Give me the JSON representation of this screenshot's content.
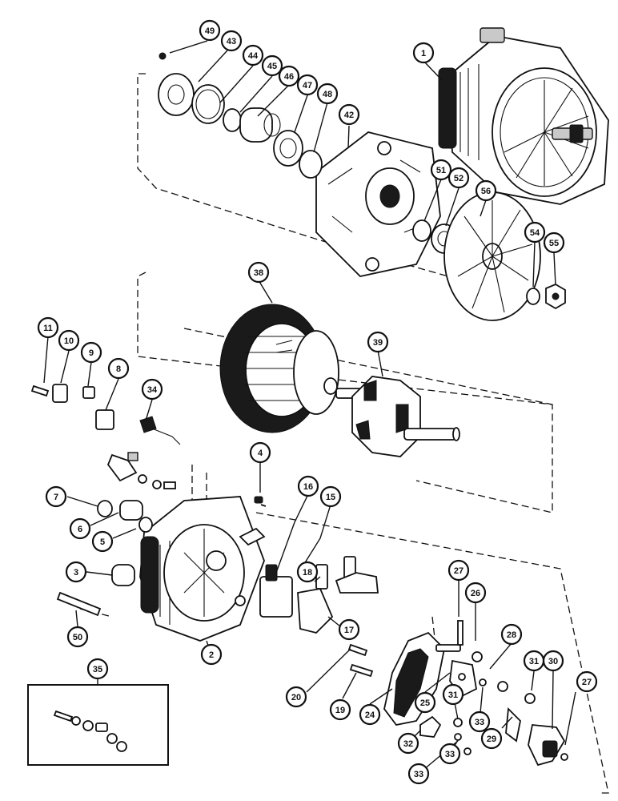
{
  "callouts": [
    {
      "label": "1"
    },
    {
      "label": "2"
    },
    {
      "label": "3"
    },
    {
      "label": "4"
    },
    {
      "label": "5"
    },
    {
      "label": "6"
    },
    {
      "label": "7"
    },
    {
      "label": "8"
    },
    {
      "label": "9"
    },
    {
      "label": "10"
    },
    {
      "label": "11"
    },
    {
      "label": "15"
    },
    {
      "label": "16"
    },
    {
      "label": "17"
    },
    {
      "label": "18"
    },
    {
      "label": "19"
    },
    {
      "label": "20"
    },
    {
      "label": "24"
    },
    {
      "label": "25"
    },
    {
      "label": "26"
    },
    {
      "label": "27"
    },
    {
      "label": "27"
    },
    {
      "label": "28"
    },
    {
      "label": "29"
    },
    {
      "label": "30"
    },
    {
      "label": "31"
    },
    {
      "label": "31"
    },
    {
      "label": "32"
    },
    {
      "label": "33"
    },
    {
      "label": "33"
    },
    {
      "label": "33"
    },
    {
      "label": "34"
    },
    {
      "label": "35"
    },
    {
      "label": "38"
    },
    {
      "label": "39"
    },
    {
      "label": "42"
    },
    {
      "label": "43"
    },
    {
      "label": "44"
    },
    {
      "label": "45"
    },
    {
      "label": "46"
    },
    {
      "label": "47"
    },
    {
      "label": "48"
    },
    {
      "label": "49"
    },
    {
      "label": "50"
    },
    {
      "label": "51"
    },
    {
      "label": "52"
    },
    {
      "label": "54"
    },
    {
      "label": "55"
    },
    {
      "label": "56"
    }
  ]
}
